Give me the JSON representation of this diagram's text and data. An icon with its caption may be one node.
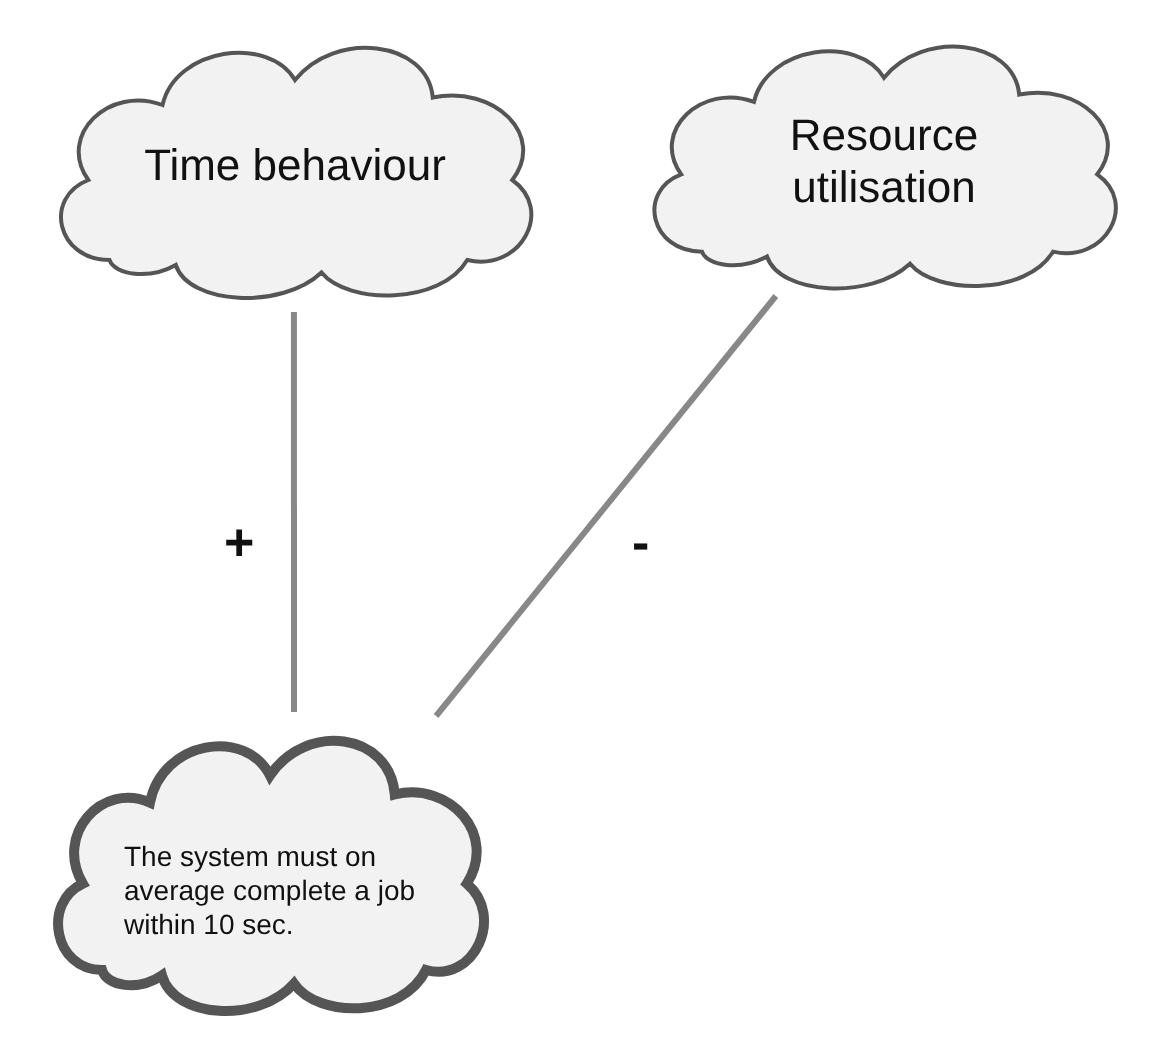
{
  "diagram": {
    "nodes": [
      {
        "text": [
          "Time behaviour"
        ]
      },
      {
        "text": [
          "Resource utilisation"
        ]
      },
      {
        "text": [
          "The system must on average complete a job within 10 sec."
        ]
      }
    ],
    "edges": [
      {
        "from": 0,
        "to": 2,
        "arrow": "none",
        "label": "+"
      },
      {
        "from": 1,
        "to": 2,
        "arrow": "none",
        "label": "-"
      }
    ]
  }
}
